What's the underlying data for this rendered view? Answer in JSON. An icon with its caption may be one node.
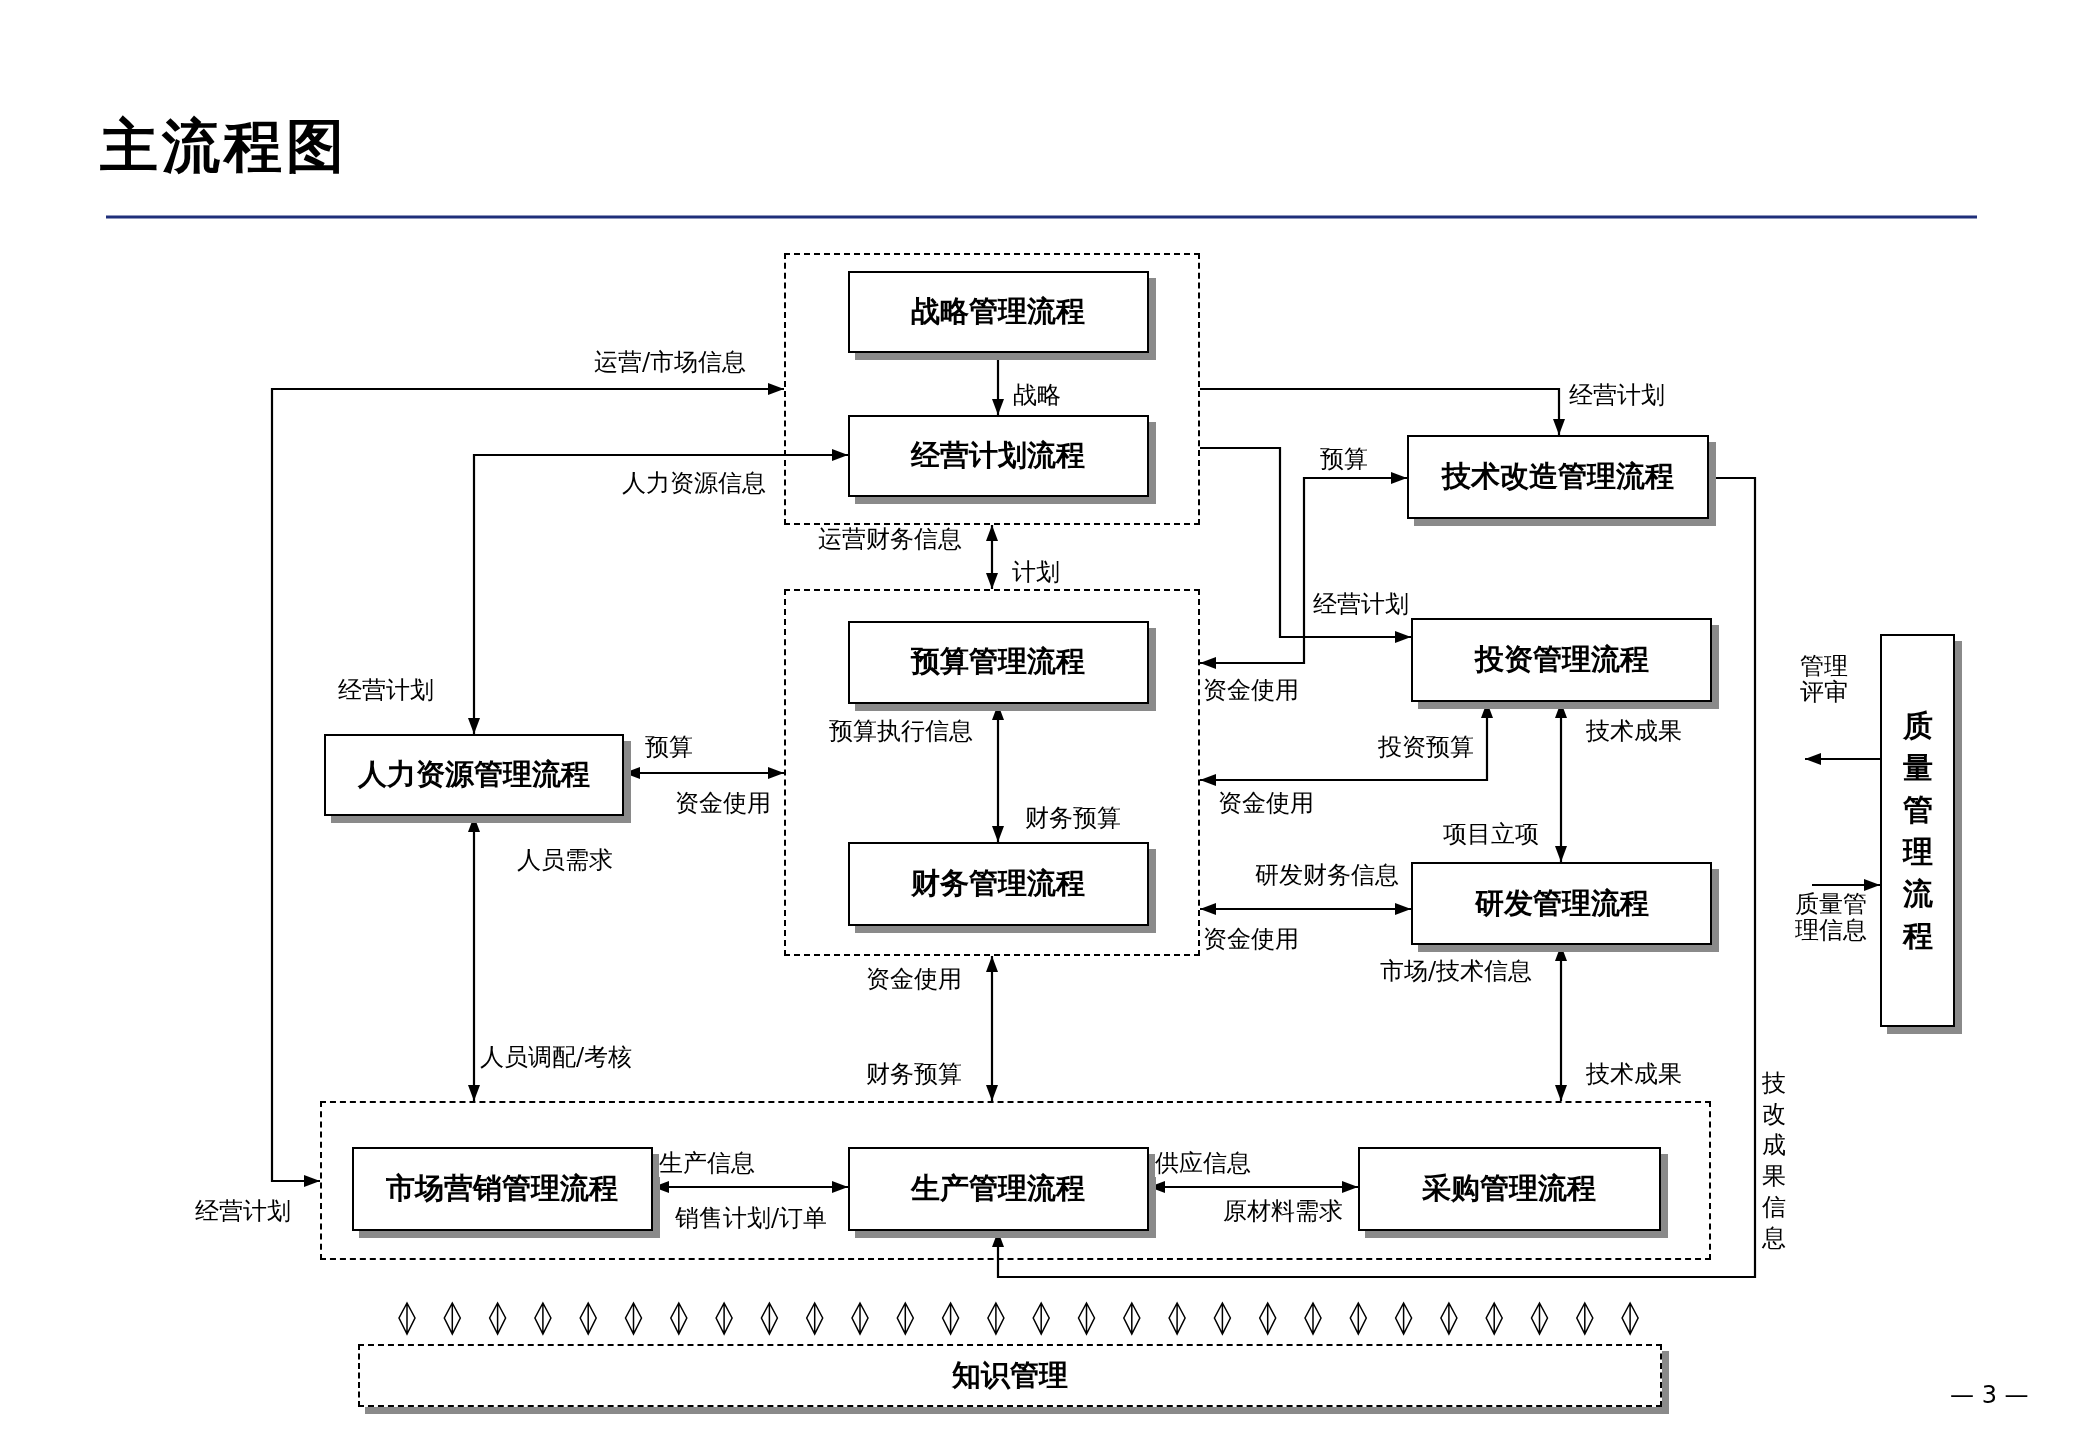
{
  "diagram": {
    "title": "主流程图",
    "nodes": [
      {
        "text": [],
        "shape": "box"
      },
      {
        "text": [
          "战略管理流程"
        ],
        "in": 0
      },
      {
        "text": [
          "经营计划流程"
        ],
        "in": 0
      },
      {
        "text": [
          "技术改造管理流程"
        ]
      },
      {
        "text": [
          "人力资源管理流程"
        ]
      },
      {
        "text": [],
        "shape": "box"
      },
      {
        "text": [
          "预算管理流程"
        ],
        "in": 5
      },
      {
        "text": [
          "财务管理流程"
        ],
        "in": 5
      },
      {
        "text": [
          "投资管理流程"
        ]
      },
      {
        "text": [
          "研发管理流程"
        ]
      },
      {
        "text": [
          "质量管理流程"
        ]
      },
      {
        "text": [],
        "shape": "box"
      },
      {
        "text": [
          "市场营销管理流程"
        ],
        "in": 11
      },
      {
        "text": [
          "生产管理流程"
        ],
        "in": 11
      },
      {
        "text": [
          "采购管理流程"
        ],
        "in": 11
      },
      {
        "text": [
          "知识管理"
        ]
      }
    ],
    "edges": [
      {
        "from": 11,
        "to": 0,
        "arrow": "both",
        "label": "运营/市场信息"
      },
      {
        "from": 1,
        "to": 2,
        "arrow": "to",
        "label": "战略"
      },
      {
        "from": 2,
        "to": 4,
        "arrow": "both",
        "label": "人力资源信息"
      },
      {
        "from": 0,
        "to": 5,
        "arrow": "both",
        "label": "计划"
      },
      {
        "from": 0,
        "to": 3,
        "arrow": "to",
        "label": "经营计划"
      },
      {
        "from": 0,
        "to": 8,
        "arrow": "to",
        "label": "经营计划"
      },
      {
        "from": 3,
        "to": 5,
        "arrow": "both",
        "label": "预算"
      },
      {
        "from": 8,
        "to": 5,
        "arrow": "both",
        "label": "投资预算"
      },
      {
        "from": 8,
        "to": 9,
        "arrow": "both",
        "label": "项目立项"
      },
      {
        "from": 5,
        "to": 9,
        "arrow": "both",
        "label": "研发财务信息"
      },
      {
        "from": 4,
        "to": 5,
        "arrow": "both",
        "label": "预算"
      },
      {
        "from": 6,
        "to": 7,
        "arrow": "both",
        "label": "财务预算"
      },
      {
        "from": 4,
        "to": 11,
        "arrow": "both",
        "label": "人员调配/考核"
      },
      {
        "from": 5,
        "to": 11,
        "arrow": "both",
        "label": "财务预算"
      },
      {
        "from": 9,
        "to": 11,
        "arrow": "both",
        "label": "技术成果"
      },
      {
        "from": 12,
        "to": 13,
        "arrow": "both",
        "label": "生产信息"
      },
      {
        "from": 13,
        "to": 14,
        "arrow": "both",
        "label": "供应信息"
      },
      {
        "from": 3,
        "to": 13,
        "arrow": "to",
        "label": "技改成果信息"
      },
      {
        "from": 10,
        "to": null,
        "arrow": "to",
        "label": "管理评审"
      },
      {
        "from": null,
        "to": 10,
        "arrow": "to",
        "label": "质量管理信息"
      }
    ],
    "labels": [
      "经营计划",
      "经营计划",
      "运营财务信息",
      "资金使用",
      "资金使用",
      "技术成果",
      "资金使用",
      "资金使用",
      "预算执行信息",
      "人员需求",
      "资金使用",
      "市场/技术信息",
      "销售计划/订单",
      "原材料需求",
      "— 3 —"
    ]
  }
}
